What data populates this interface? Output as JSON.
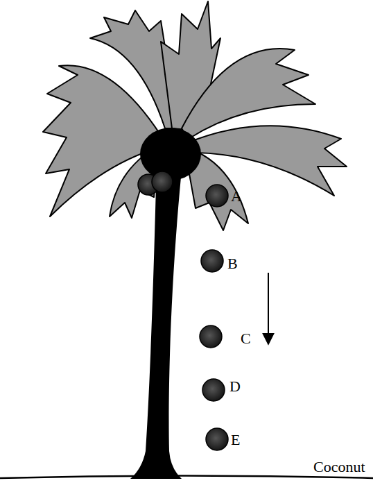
{
  "diagram": {
    "labels": [
      "A",
      "B",
      "C",
      "D",
      "E",
      "Coconut"
    ]
  }
}
